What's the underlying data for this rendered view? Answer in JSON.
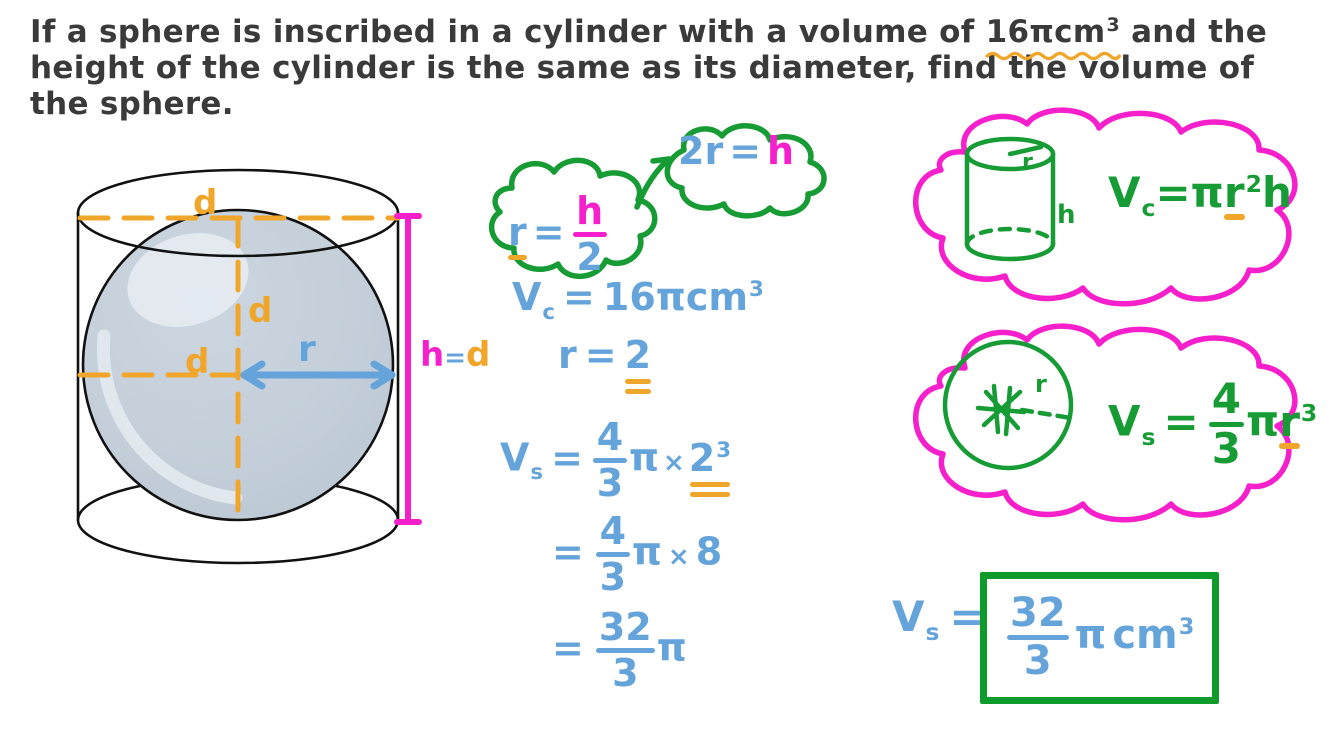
{
  "problem": {
    "line1_a": "If a sphere is inscribed in a cylinder with a volume of ",
    "line1_highlight": "16πcm",
    "line1_highlight_sup": "3",
    "line1_b": " and the",
    "line2": "height of the cylinder is the same as its diameter, find the volume of",
    "line3": "the sphere."
  },
  "figure": {
    "label_top_d": "d",
    "label_vertical_d": "d",
    "label_horizontal_d": "d",
    "label_radius_r": "r",
    "label_height_h": "h",
    "label_height_eq": "=",
    "label_height_d": "d",
    "sphere_fill": "#c3ced9",
    "sphere_highlight": "#e3e9ef",
    "outline": "#111111",
    "dash_color": "#f0a62a",
    "arrow_color": "#65a4da",
    "height_bar_color": "#f51fcb"
  },
  "cloud_r_over_h": {
    "r": "r",
    "equals": "=",
    "numerator": "h",
    "denominator": "2"
  },
  "cloud_2r_h": {
    "two_r": "2r",
    "equals": "=",
    "h": "h"
  },
  "working": {
    "step1": {
      "v": "V",
      "sub": "c",
      "equals": "=",
      "value": "16πcm",
      "sup": "3"
    },
    "step2": {
      "r": "r",
      "equals": "=",
      "value": "2"
    },
    "step3": {
      "v": "V",
      "sub": "s",
      "equals": "=",
      "num": "4",
      "den": "3",
      "pi": "π",
      "times": "×",
      "base": "2",
      "exp": "3"
    },
    "step4": {
      "equals": "=",
      "num": "4",
      "den": "3",
      "pi": "π",
      "times": "×",
      "value": "8"
    },
    "step5": {
      "equals": "=",
      "num": "32",
      "den": "3",
      "pi": "π"
    }
  },
  "formula_cylinder": {
    "sketch_label_r": "r",
    "sketch_label_h": "h",
    "v": "V",
    "sub": "c",
    "equals": "=",
    "pi": "π",
    "r": "r",
    "exp": "2",
    "h": "h",
    "cloud_color": "#f51fcb",
    "ink_color": "#179b35"
  },
  "formula_sphere": {
    "sketch_label_r": "r",
    "v": "V",
    "sub": "s",
    "equals": "=",
    "num": "4",
    "den": "3",
    "pi": "π",
    "r": "r",
    "exp": "3",
    "cloud_color": "#f51fcb",
    "ink_color": "#179b35"
  },
  "answer": {
    "v": "V",
    "sub": "s",
    "equals": "=",
    "num": "32",
    "den": "3",
    "pi": "π",
    "unit": "cm",
    "unit_sup": "3",
    "box_color": "#0f9a2c"
  }
}
